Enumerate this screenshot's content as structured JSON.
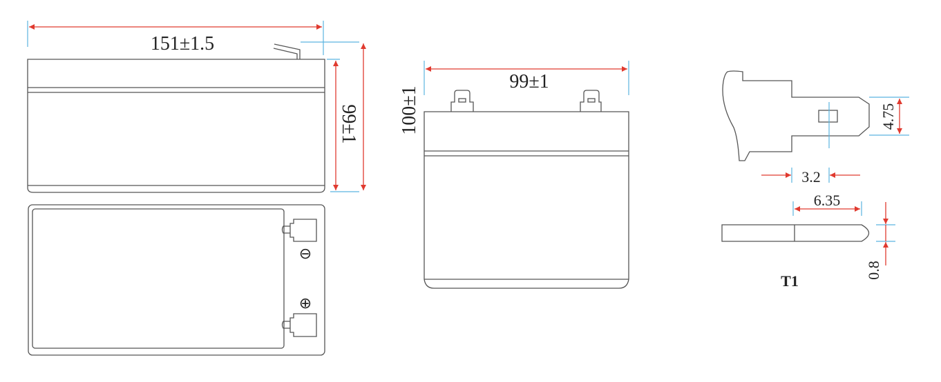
{
  "colors": {
    "dimension_line": "#e03a2f",
    "extension_line": "#5ab4e0",
    "outline": "#555555"
  },
  "side_view": {
    "length_label": "151±1.5",
    "height_label": "99±1"
  },
  "top_view": {
    "negative_symbol": "⊖",
    "positive_symbol": "⊕"
  },
  "end_view": {
    "width_label": "99±1",
    "total_height_label": "100±1"
  },
  "terminal_detail": {
    "name": "T1",
    "width_label": "4.75",
    "hole_offset_label": "3.2",
    "tab_length_label": "6.35",
    "thickness_label": "0.8"
  }
}
